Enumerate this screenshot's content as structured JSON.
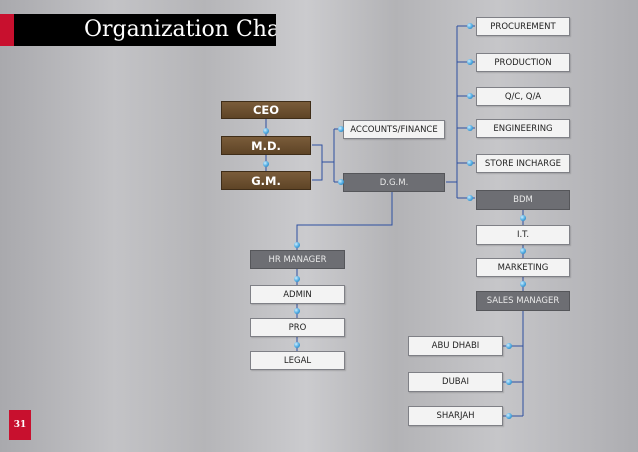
{
  "title": "Organization Chart",
  "page_number": "31",
  "nodes": {
    "ceo": "CEO",
    "md": "M.D.",
    "gm": "G.M.",
    "accounts": "ACCOUNTS/FINANCE",
    "dgm": "D.G.M.",
    "procurement": "PROCUREMENT",
    "production": "PRODUCTION",
    "qc": "Q/C, Q/A",
    "engineering": "ENGINEERING",
    "store": "STORE INCHARGE",
    "bdm": "BDM",
    "it": "I.T.",
    "marketing": "MARKETING",
    "sales_manager": "SALES MANAGER",
    "abu_dhabi": "ABU DHABI",
    "dubai": "DUBAI",
    "sharjah": "SHARJAH",
    "hr_manager": "HR MANAGER",
    "admin": "ADMIN",
    "pro": "PRO",
    "legal": "LEGAL"
  },
  "colors": {
    "brown_box": "#6b4f30",
    "gray_box": "#6d6e73",
    "connector": "#2d4fa0",
    "accent_red": "#c8102e"
  }
}
